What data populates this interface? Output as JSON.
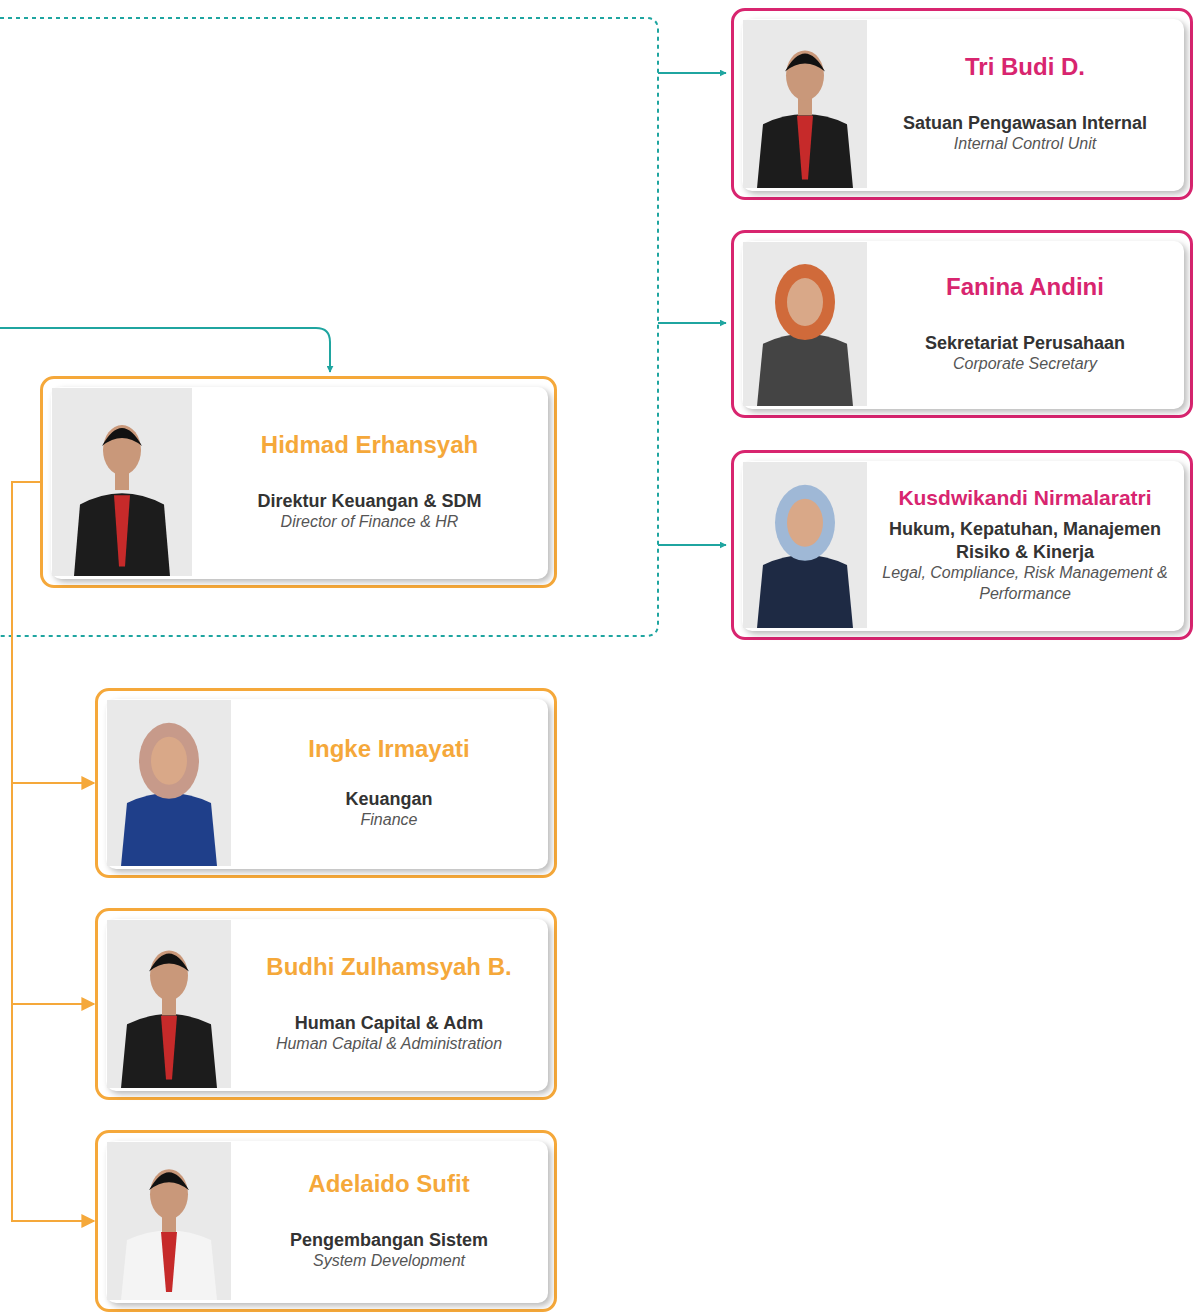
{
  "diagram": {
    "nodes": [
      {
        "text": [
          "Tri Budi D.",
          "Satuan Pengawasan Internal",
          "Internal Control Unit"
        ]
      },
      {
        "text": [
          "Fanina Andini",
          "Sekretariat Perusahaan",
          "Corporate Secretary"
        ]
      },
      {
        "text": [
          "Kusdwikandi Nirmalaratri",
          "Hukum, Kepatuhan, Manajemen Risiko & Kinerja",
          "Legal, Compliance, Risk Management & Performance"
        ]
      },
      {
        "text": [
          "Hidmad Erhansyah",
          "Direktur Keuangan & SDM",
          "Director of Finance & HR"
        ]
      },
      {
        "text": [
          "Ingke Irmayati",
          "Keuangan",
          "Finance"
        ]
      },
      {
        "text": [
          "Budhi Zulhamsyah B.",
          "Human Capital & Adm",
          "Human Capital & Administration"
        ]
      },
      {
        "text": [
          "Adelaido Sufit",
          "Pengembangan Sistem",
          "System Development"
        ]
      }
    ],
    "edges": [
      {
        "from": 3,
        "to": 4,
        "arrow": "to"
      },
      {
        "from": 3,
        "to": 5,
        "arrow": "to"
      },
      {
        "from": 3,
        "to": 6,
        "arrow": "to"
      }
    ]
  }
}
